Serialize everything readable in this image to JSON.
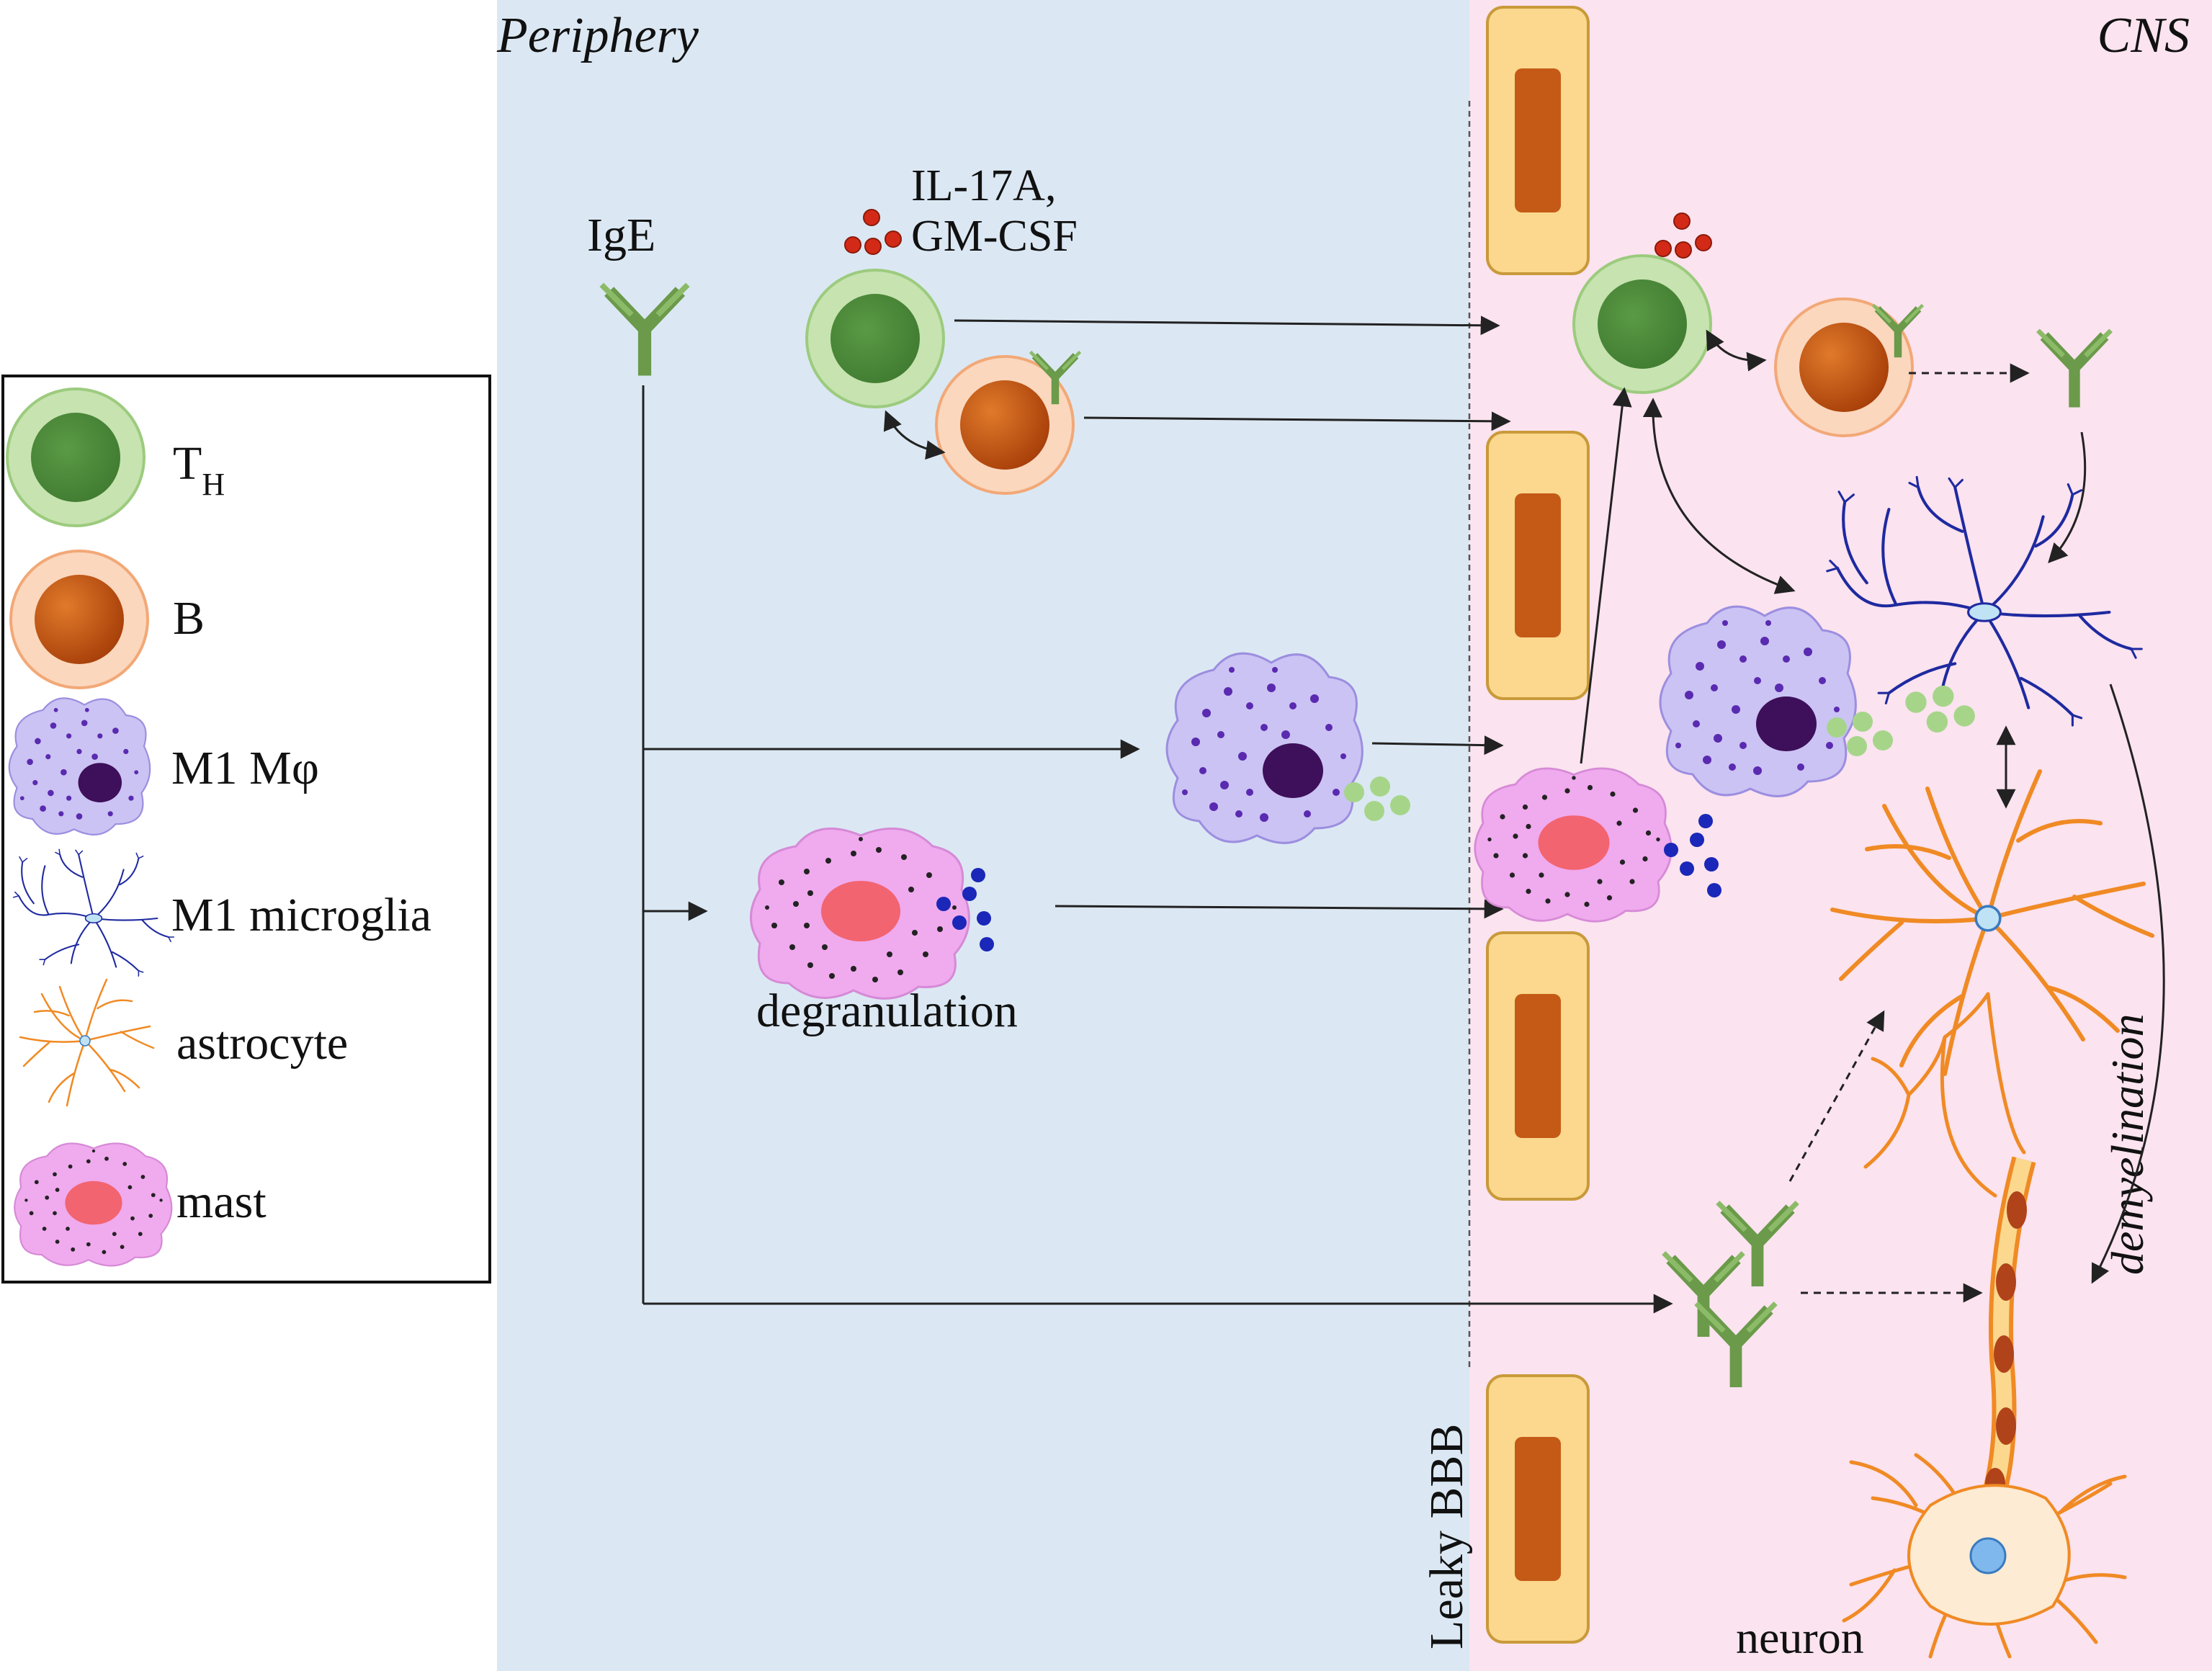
{
  "regions": {
    "periphery": "Periphery",
    "cns": "CNS",
    "barrier": "Leaky BBB"
  },
  "legend": {
    "items": [
      {
        "label": "T",
        "subscript": "H",
        "icon": "th-cell-icon"
      },
      {
        "label": "B",
        "icon": "b-cell-icon"
      },
      {
        "label": "M1 Mφ",
        "icon": "macrophage-icon"
      },
      {
        "label": "M1 microglia",
        "icon": "microglia-icon"
      },
      {
        "label": "astrocyte",
        "icon": "astrocyte-icon"
      },
      {
        "label": "mast",
        "icon": "mast-cell-icon"
      }
    ]
  },
  "labels": {
    "ige": "IgE",
    "cytokine_line1": "IL-17A,",
    "cytokine_line2": "GM-CSF",
    "degranulation": "degranulation",
    "demyelination": "demyelination",
    "neuron": "neuron"
  },
  "colors": {
    "periphery_bg": "#dbe8f3",
    "cns_bg": "#fbe3ef",
    "th_outer": "#c7e3b0",
    "th_inner": "#4b8a3a",
    "b_outer": "#fbd7bd",
    "b_inner": "#c4530f",
    "antibody": "#6a9a4a",
    "macrophage": "#cbc3f3",
    "macrophage_nucleus": "#3e0f5a",
    "microglia": "#1f2aa0",
    "astrocyte": "#f08a24",
    "mast": "#f0aaee",
    "mast_nucleus": "#f26470",
    "endothelial_outer": "#fbd88e",
    "endothelial_inner": "#c45a16"
  }
}
